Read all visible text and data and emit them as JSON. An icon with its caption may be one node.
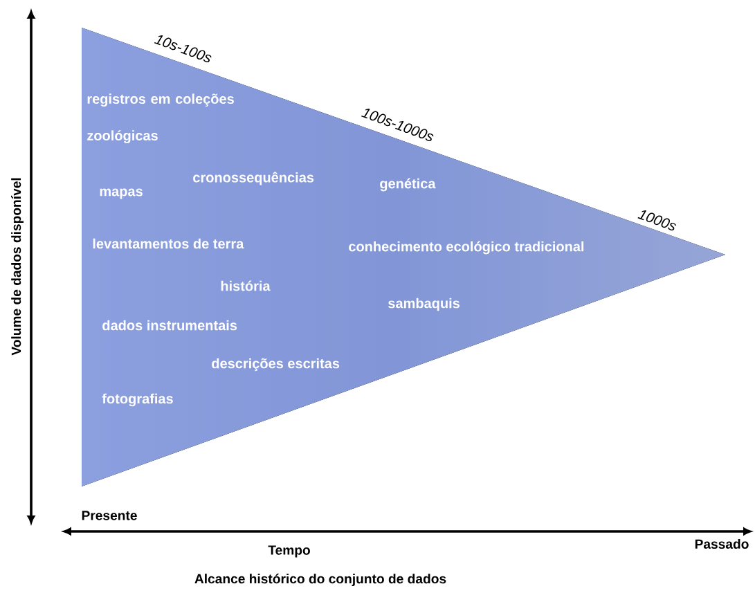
{
  "diagram": {
    "nodes": [
      {
        "text": [
          "registros em coleções zoológicas",
          "cronossequências",
          "genética",
          "mapas",
          "levantamentos de terra",
          "conhecimento ecológico tradicional",
          "história",
          "sambaquis",
          "dados instrumentais",
          "descrições escritas",
          "fotografias"
        ],
        "beside": [
          "10s-100s",
          "100s-1000s",
          "1000s"
        ]
      }
    ],
    "labels": [
      "Volume de dados disponível",
      "Presente",
      "Passado",
      "Tempo",
      "Alcance histórico do conjunto de dados"
    ]
  }
}
